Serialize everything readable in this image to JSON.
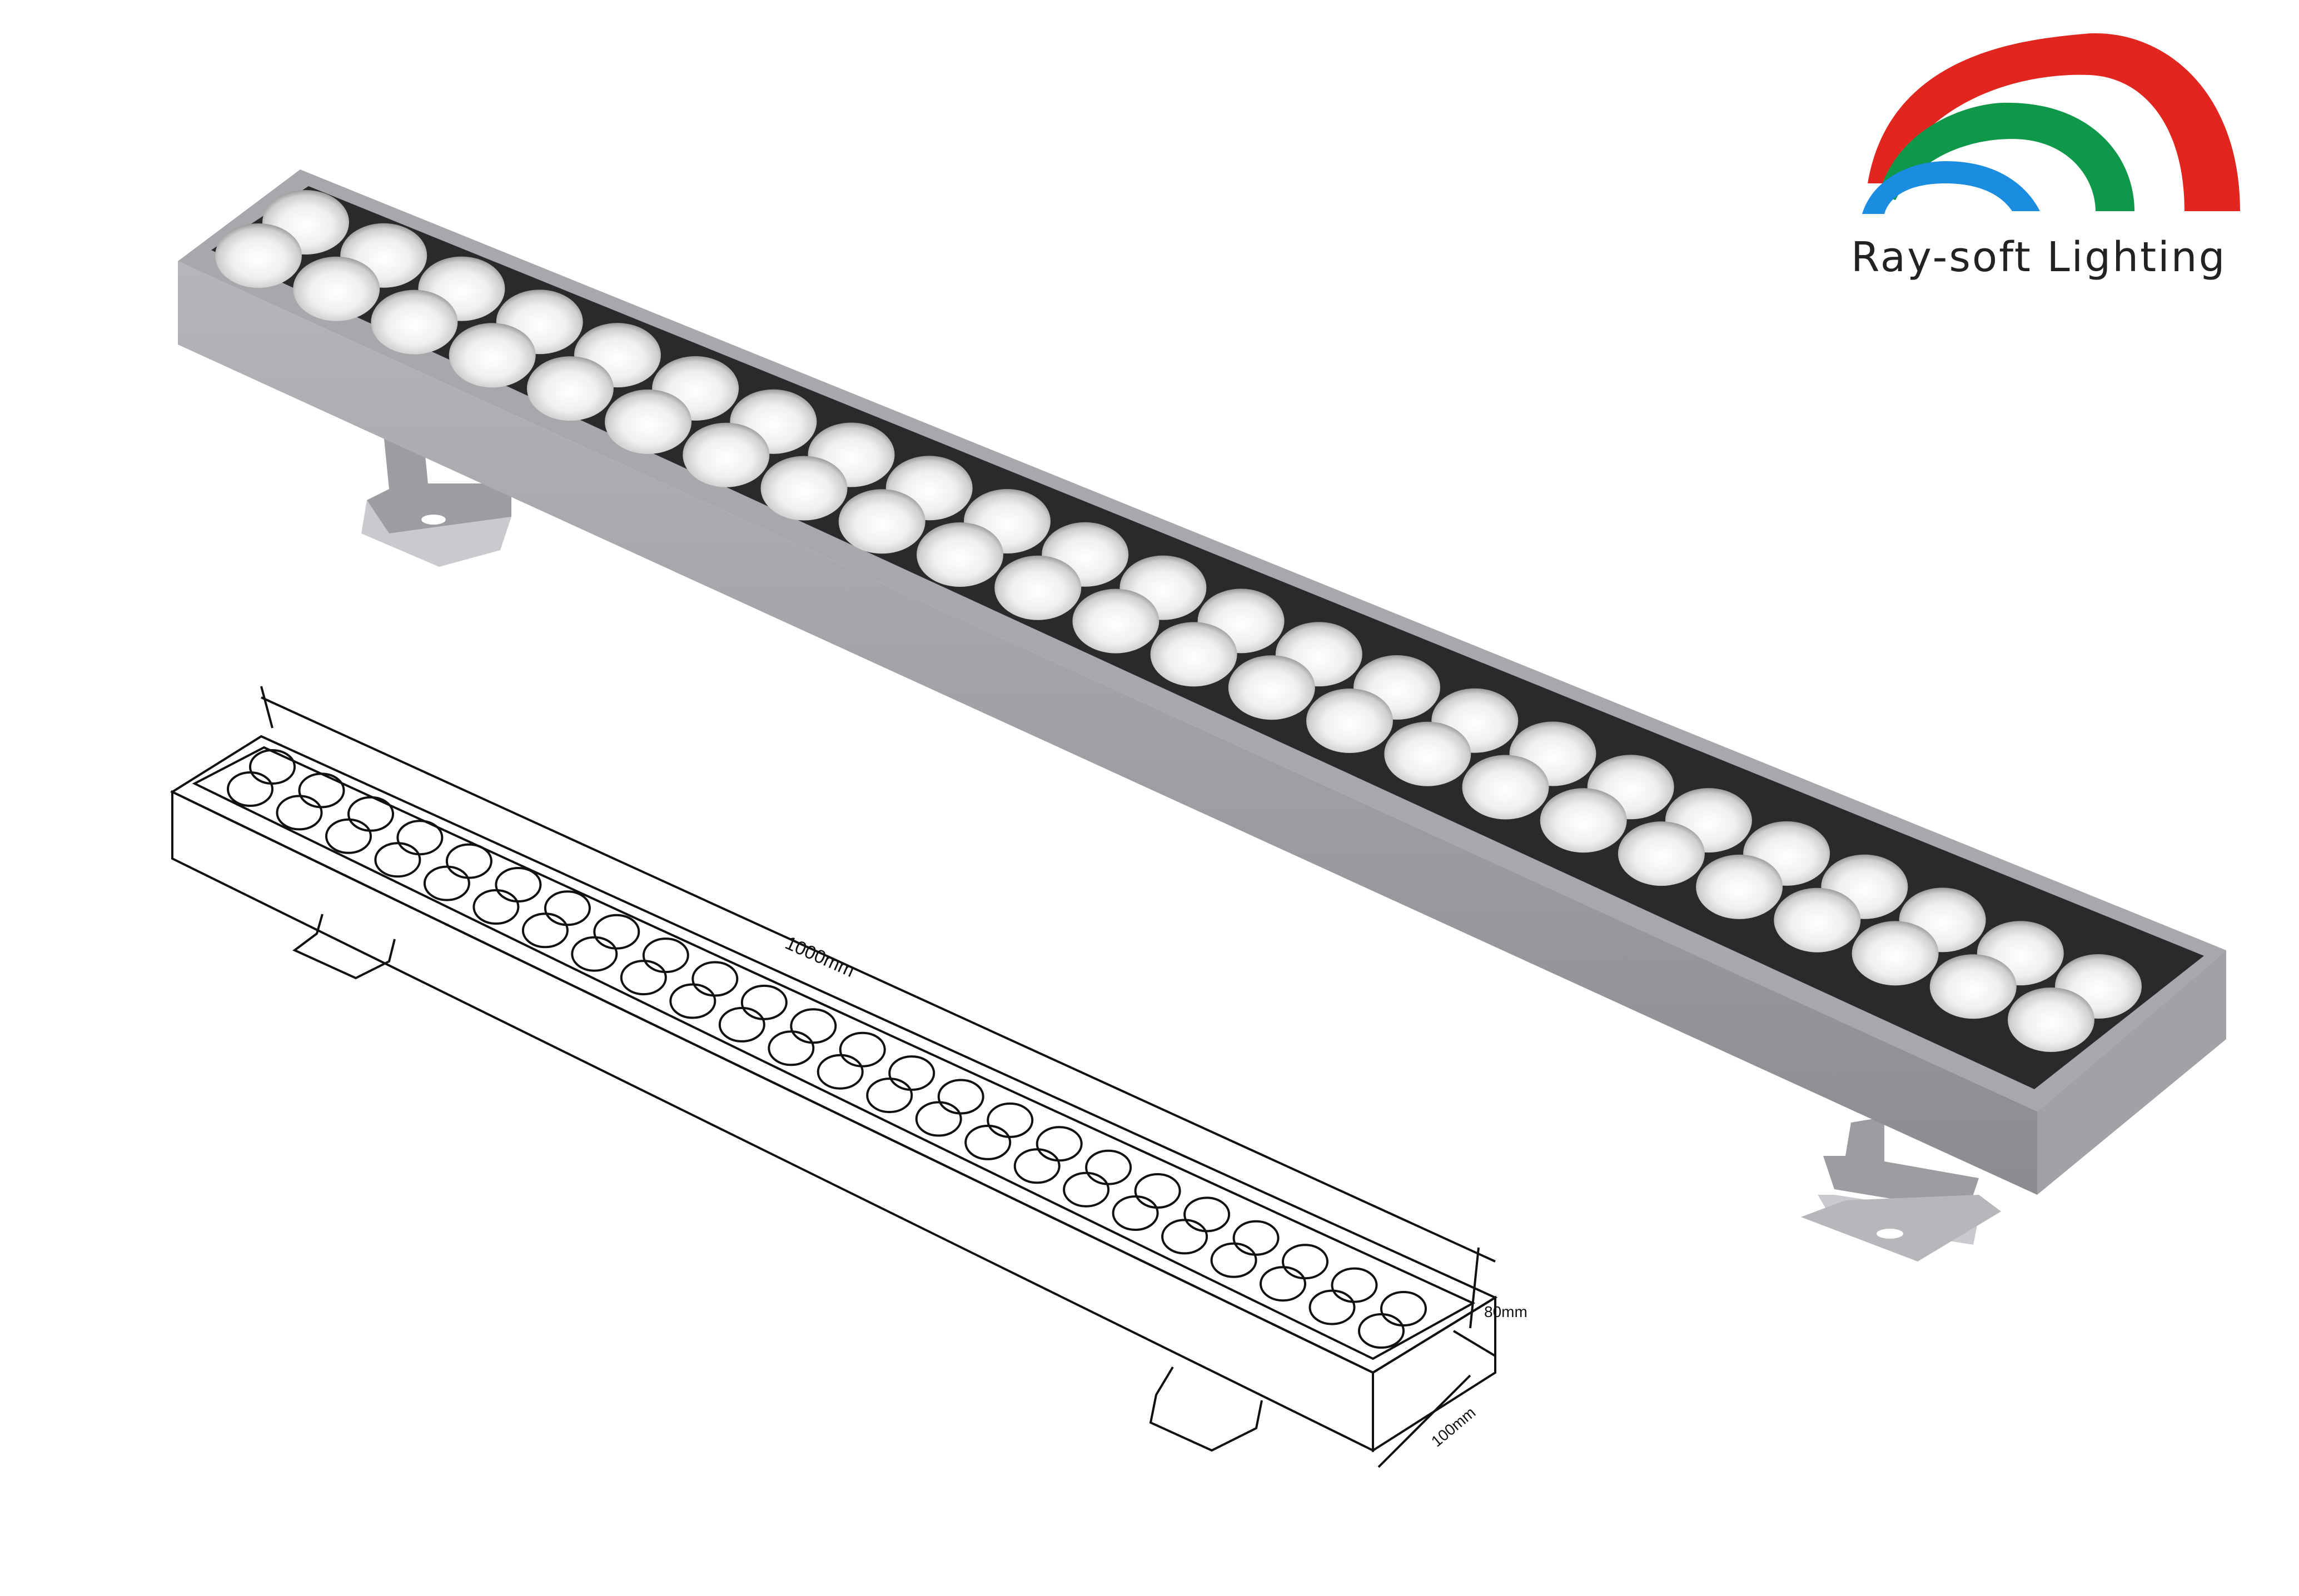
{
  "brand": {
    "name": "Ray-soft Lighting",
    "logo_colors": {
      "red": "#e0261e",
      "green": "#10984a",
      "blue": "#1a8de0"
    }
  },
  "product": {
    "body_color": "#9a9b9f",
    "lens_panel_color": "#2a2a2c",
    "lens_rows": 2,
    "lens_per_row": 24
  },
  "drawing": {
    "length_label": "1000mm",
    "height_label": "80mm",
    "width_label": "100mm"
  }
}
